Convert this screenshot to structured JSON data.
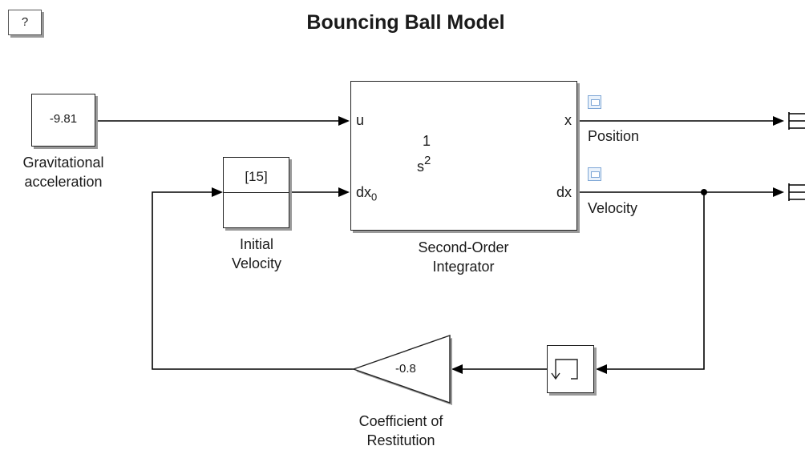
{
  "title": "Bouncing Ball Model",
  "help_label": "?",
  "blocks": {
    "gravity": {
      "value": "-9.81",
      "label_line1": "Gravitational",
      "label_line2": "acceleration"
    },
    "initial_velocity": {
      "value": "[15]",
      "label_line1": "Initial",
      "label_line2": "Velocity"
    },
    "integrator": {
      "numerator": "1",
      "denominator": "s",
      "exponent": "2",
      "port_u": "u",
      "port_dx0": "dx",
      "port_dx0_sub": "0",
      "port_x": "x",
      "port_dx": "dx",
      "label_line1": "Second-Order",
      "label_line2": "Integrator"
    },
    "gain": {
      "value": "-0.8",
      "label_line1": "Coefficient of",
      "label_line2": "Restitution"
    }
  },
  "signals": {
    "position": "Position",
    "velocity": "Velocity"
  },
  "colors": {
    "line": "#000000",
    "shadow": "#9a9a9a",
    "viewer": "#7fa7d6"
  }
}
